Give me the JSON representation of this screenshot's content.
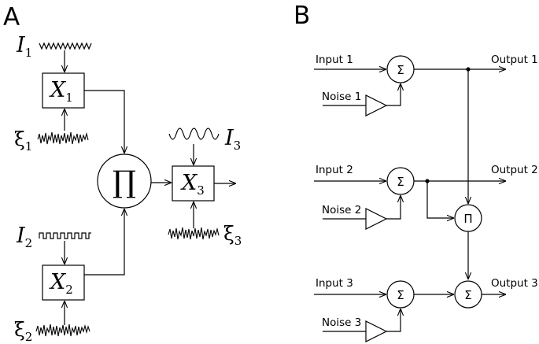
{
  "panels": {
    "a_label": "A",
    "b_label": "B"
  },
  "panel_a": {
    "i1_main": "I",
    "i1_sub": "1",
    "i2_main": "I",
    "i2_sub": "2",
    "i3_main": "I",
    "i3_sub": "3",
    "x1_main": "X",
    "x1_sub": "1",
    "x2_main": "X",
    "x2_sub": "2",
    "x3_main": "X",
    "x3_sub": "3",
    "xi1_main": "ξ",
    "xi1_sub": "1",
    "xi2_main": "ξ",
    "xi2_sub": "2",
    "xi3_main": "ξ",
    "xi3_sub": "3",
    "product_symbol": "∏",
    "input_waveforms": [
      "sawtooth",
      "square",
      "sine"
    ]
  },
  "panel_b": {
    "input1": "Input  1",
    "input2": "Input  2",
    "input3": "Input  3",
    "noise1": "Noise 1",
    "noise2": "Noise 2",
    "noise3": "Noise 3",
    "output1": "Output  1",
    "output2": "Output  2",
    "output3": "Output  3",
    "sum_symbol": "Σ",
    "product_symbol": "Π"
  }
}
